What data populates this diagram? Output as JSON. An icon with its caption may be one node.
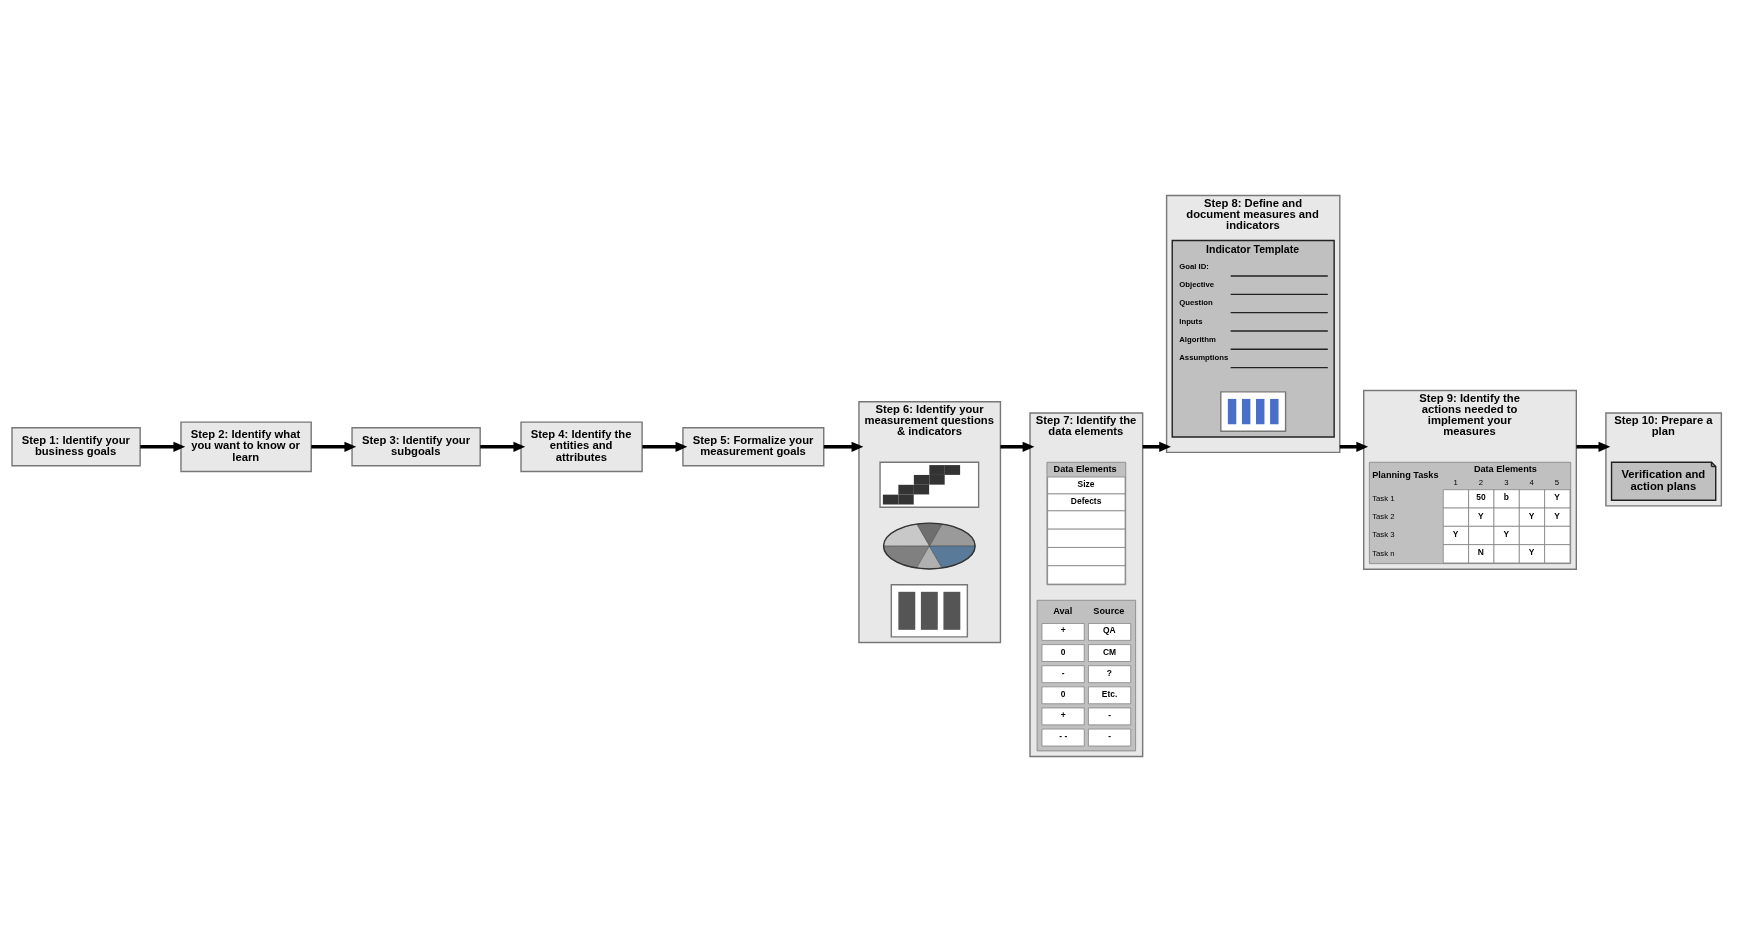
{
  "diagram": {
    "nodes": [
      {
        "text": [
          "Step 1: Identify your business goals"
        ]
      },
      {
        "text": [
          "Step 2: Identify what you want to know or learn"
        ]
      },
      {
        "text": [
          "Step 3: Identify your subgoals"
        ]
      },
      {
        "text": [
          "Step 4: Identify the entities and attributes"
        ]
      },
      {
        "text": [
          "Step 5: Formalize your measurement goals"
        ]
      },
      {
        "text": [
          "Step 6: Identify your measurement questions & indicators"
        ]
      },
      {
        "text": [],
        "shape": "picture",
        "in": 5
      },
      {
        "text": [],
        "shape": "picture",
        "in": 5
      },
      {
        "text": [],
        "shape": "picture",
        "in": 5
      },
      {
        "text": [
          "Step 7: Identify the data elements"
        ]
      },
      {
        "text": [
          "Data Elements",
          "Size",
          "Defects"
        ],
        "in": 9
      },
      {
        "text": [
          "Aval",
          "Source",
          "+",
          "0",
          "-",
          "0",
          "+",
          "- -",
          "QA",
          "CM",
          "?",
          "Etc.",
          "-",
          "-"
        ],
        "in": 9
      },
      {
        "text": [
          "Step 8: Define and document measures and indicators"
        ]
      },
      {
        "text": [
          "Indicator Template",
          "Goal ID:",
          "Objective",
          "Question",
          "Inputs",
          "Algorithm",
          "Assumptions"
        ],
        "in": 12
      },
      {
        "text": [],
        "shape": "picture",
        "in": 13
      },
      {
        "text": [
          "Step 9: Identify the actions needed to implement your measures"
        ]
      },
      {
        "text": [
          "Planning Tasks",
          "Data Elements",
          "1",
          "2",
          "3",
          "4",
          "5",
          "Task 1",
          "Task 2",
          "Task 3",
          "Task n",
          "50",
          "b",
          "Y",
          "Y",
          "Y",
          "Y",
          "Y",
          "Y",
          "N",
          "Y"
        ],
        "in": 15
      },
      {
        "text": [
          "Step 10: Prepare a plan"
        ]
      },
      {
        "text": [
          "Verification and action plans"
        ],
        "in": 17
      }
    ],
    "edges": [
      {
        "from": 0,
        "to": 1,
        "arrow": "to"
      },
      {
        "from": 1,
        "to": 2,
        "arrow": "to"
      },
      {
        "from": 2,
        "to": 3,
        "arrow": "to"
      },
      {
        "from": 3,
        "to": 4,
        "arrow": "to"
      },
      {
        "from": 4,
        "to": 5,
        "arrow": "to"
      },
      {
        "from": 5,
        "to": 9,
        "arrow": "to"
      },
      {
        "from": 9,
        "to": 12,
        "arrow": "to"
      },
      {
        "from": 12,
        "to": 15,
        "arrow": "to"
      },
      {
        "from": 15,
        "to": 17,
        "arrow": "to"
      }
    ]
  }
}
